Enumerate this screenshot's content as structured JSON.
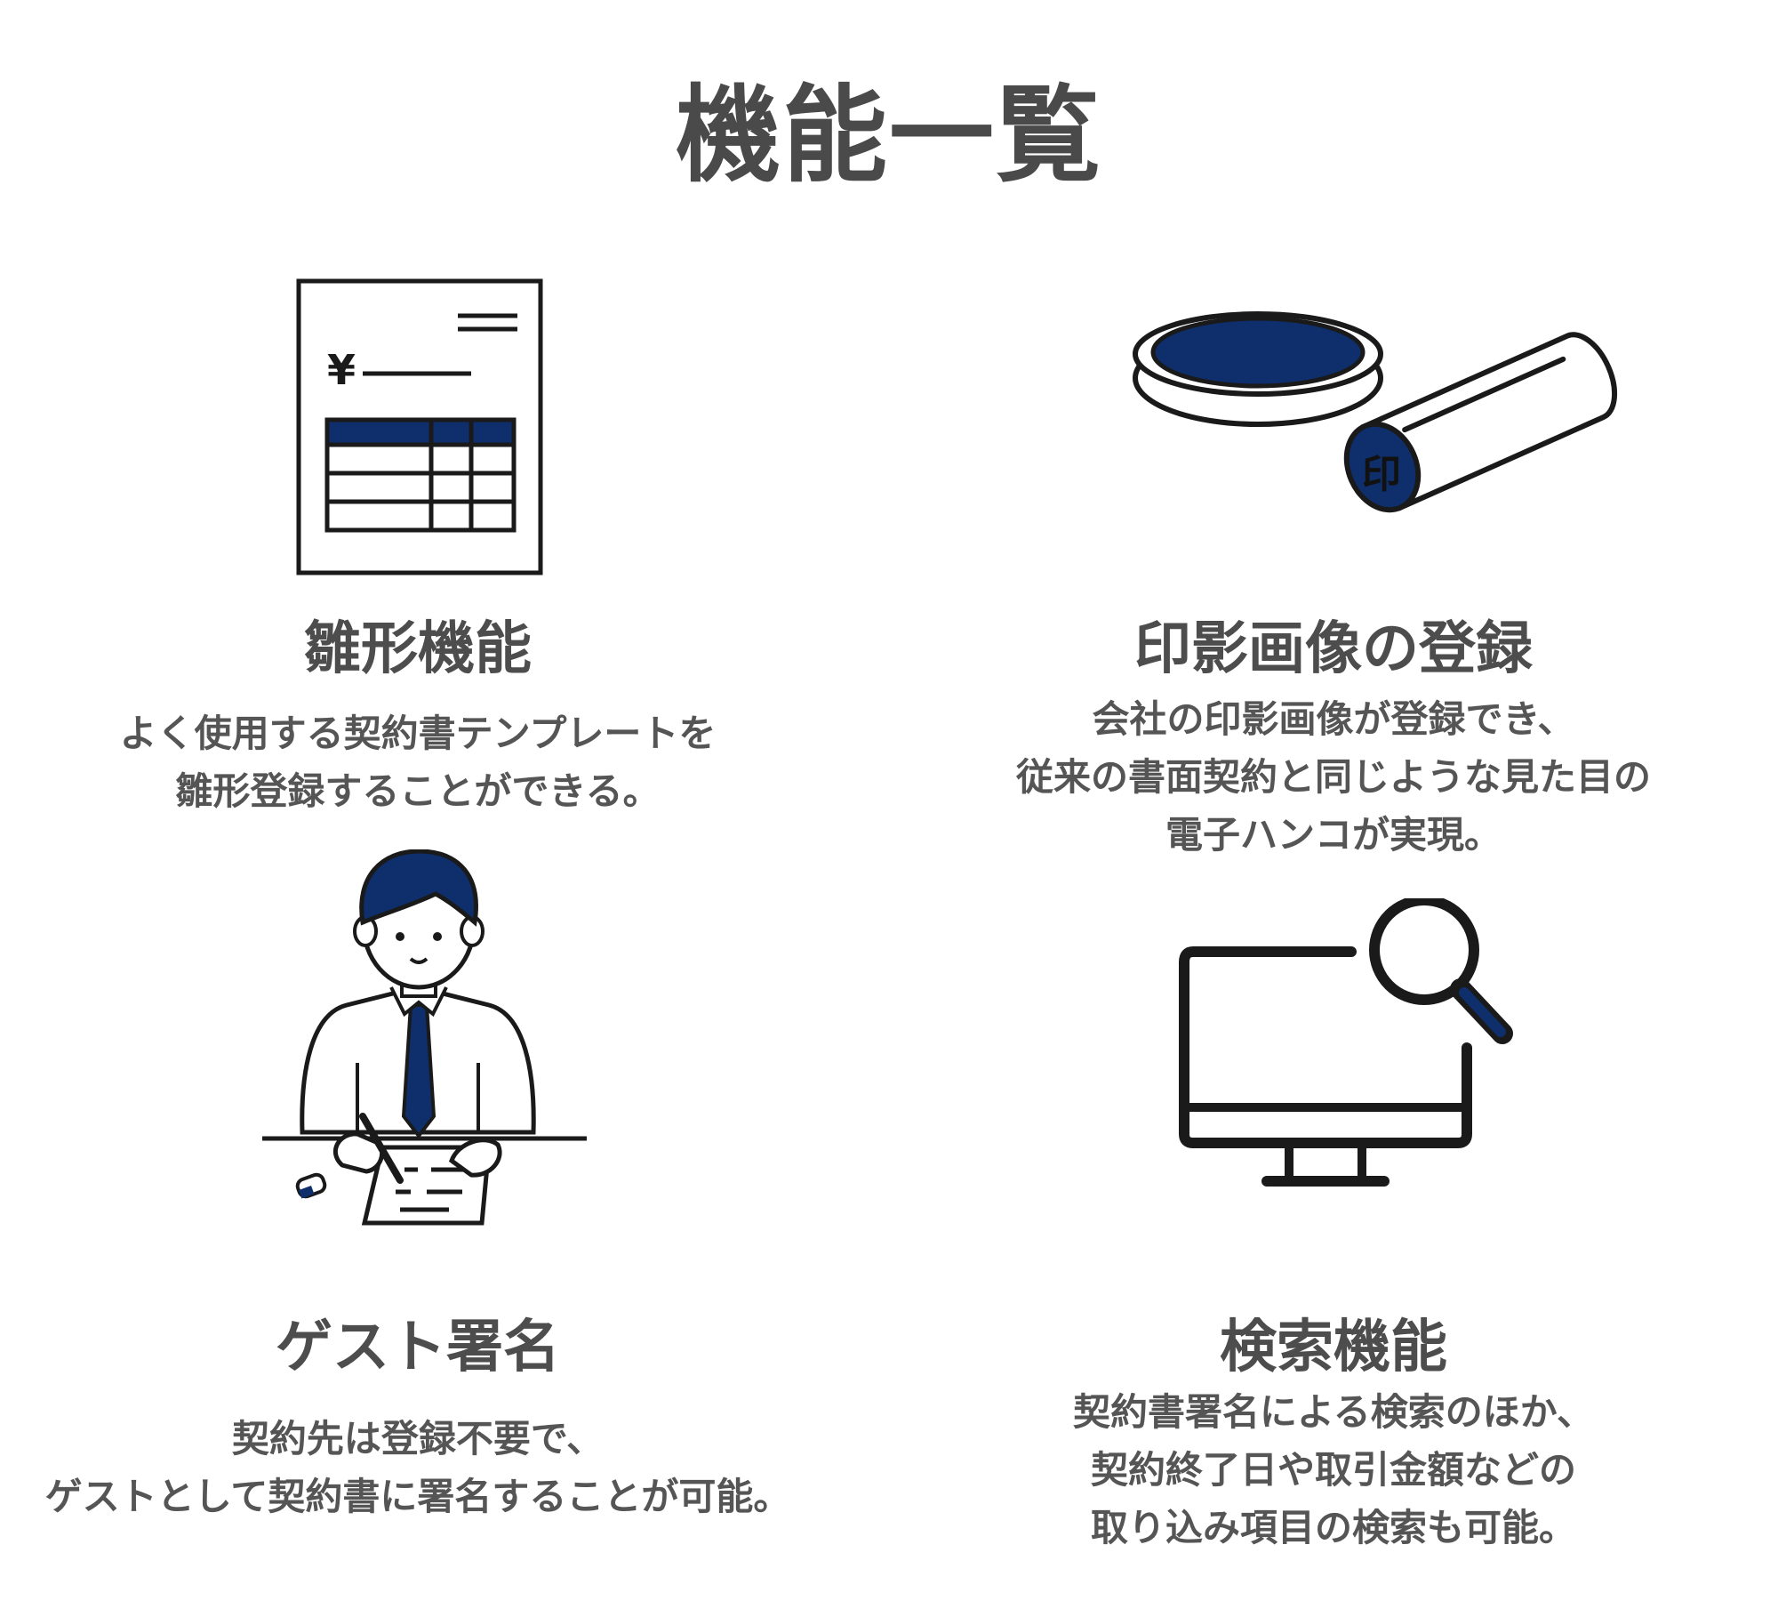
{
  "page_title": "機能一覧",
  "colors": {
    "accent": "#0e2f6b",
    "line": "#1a1a1a",
    "text": "#4d4d4d"
  },
  "features": [
    {
      "icon": "invoice-document-icon",
      "title": "雛形機能",
      "description": [
        "よく使用する契約書テンプレートを",
        "雛形登録することができる。"
      ]
    },
    {
      "icon": "seal-stamp-icon",
      "title": "印影画像の登録",
      "description": [
        "会社の印影画像が登録でき、",
        "従来の書面契約と同じような見た目の",
        "電子ハンコが実現。"
      ]
    },
    {
      "icon": "person-signing-icon",
      "title": "ゲスト署名",
      "description": [
        "契約先は登録不要で、",
        "ゲストとして契約書に署名することが可能。"
      ]
    },
    {
      "icon": "monitor-search-icon",
      "title": "検索機能",
      "description": [
        "契約書署名による検索のほか、",
        "契約終了日や取引金額などの",
        "取り込み項目の検索も可能。"
      ]
    }
  ]
}
